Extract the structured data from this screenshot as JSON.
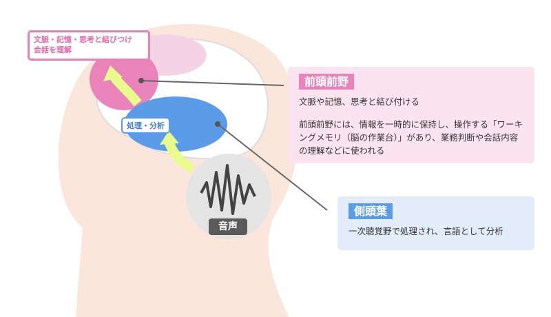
{
  "labels": {
    "frontal_caption": "文脈・記憶・思考と結びつけ\n会話を理解",
    "frontal_caption_line1": "文脈・記憶・思考と結びつけ",
    "frontal_caption_line2": "会話を理解",
    "processing": "処理・分析",
    "voice": "音声"
  },
  "panels": {
    "prefrontal": {
      "title": "前頭前野",
      "summary": "文脈や記憶、思考と結び付ける",
      "detail": "前頭前野には、情報を一時的に保持し、操作する「ワーキングメモリ（脳の作業台）」があり、業務判断や会話内容の理解などに使われる"
    },
    "temporal": {
      "title": "側頭葉",
      "summary": "一次聴覚野で処理され、言語として分析"
    }
  },
  "colors": {
    "head": "#fbe6dc",
    "frontal": "#e983b9",
    "temporal": "#5b9ce8",
    "arrow": "#e8fb8c",
    "voice": "#5a5a5a"
  }
}
